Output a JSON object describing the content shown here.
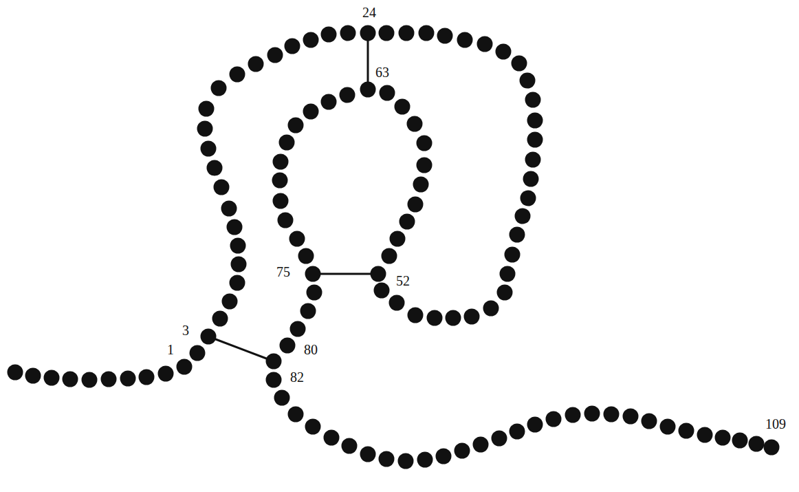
{
  "diagram": {
    "labels": [
      "24",
      "63",
      "75",
      "52",
      "3",
      "1",
      "80",
      "82",
      "109"
    ]
  }
}
